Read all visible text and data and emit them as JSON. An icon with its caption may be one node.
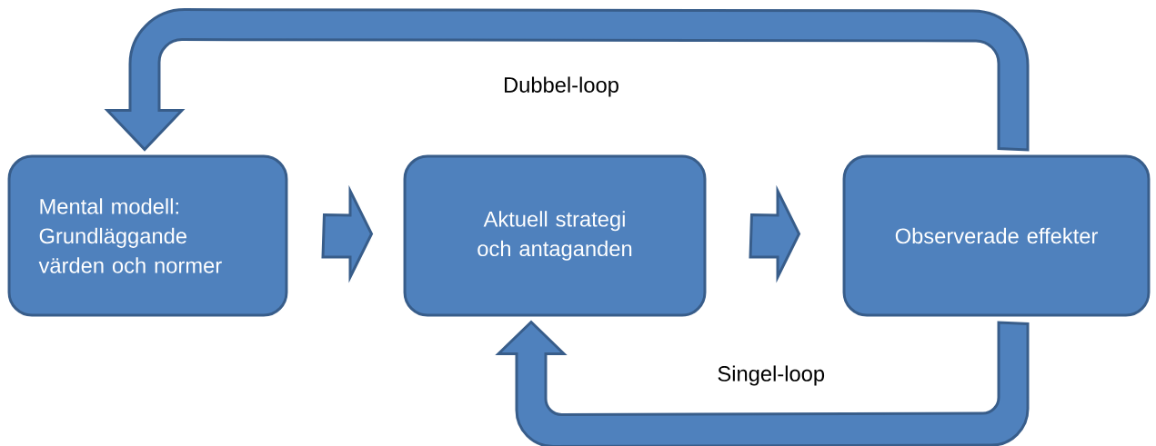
{
  "diagram": {
    "nodes": [
      {
        "text": [
          "Mental modell: Grundläggande värden och normer"
        ]
      },
      {
        "text": [
          "Aktuell strategi och antaganden"
        ]
      },
      {
        "text": [
          "Observerade effekter"
        ]
      }
    ],
    "edges": [
      {
        "from": 0,
        "to": 1,
        "arrow": "to"
      },
      {
        "from": 1,
        "to": 2,
        "arrow": "to"
      },
      {
        "from": 2,
        "to": 0,
        "arrow": "to",
        "label": "Dubbel-loop"
      },
      {
        "from": 2,
        "to": 1,
        "arrow": "to",
        "label": "Singel-loop"
      }
    ]
  }
}
